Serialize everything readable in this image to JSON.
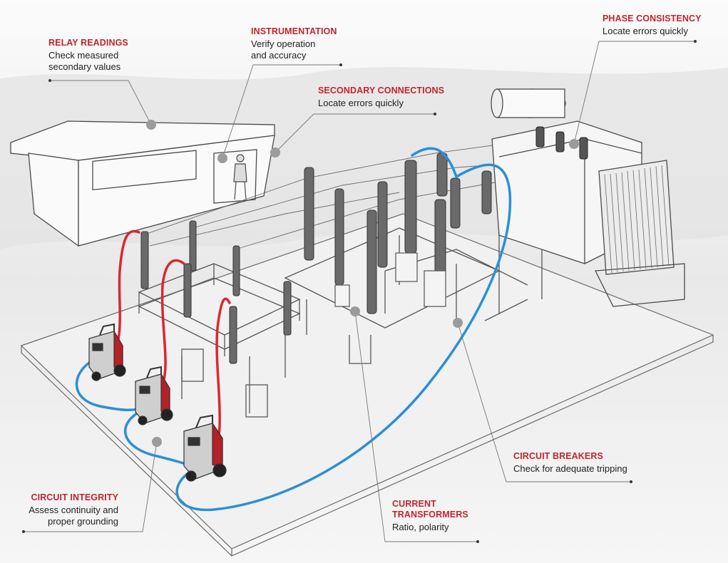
{
  "colors": {
    "title": "#c0262d",
    "text": "#222222",
    "red_lead": "#d8292f",
    "blue_lead": "#2b8fd6",
    "marker": "#9b9b9b",
    "sketch": "#4a4a4a"
  },
  "callouts": {
    "relay_readings": {
      "title": "RELAY READINGS",
      "desc": "Check measured\nsecondary values"
    },
    "instrumentation": {
      "title": "INSTRUMENTATION",
      "desc": "Verify operation\nand accuracy"
    },
    "secondary_connections": {
      "title": "SECONDARY CONNECTIONS",
      "desc": "Locate errors quickly"
    },
    "phase_consistency": {
      "title": "PHASE CONSISTENCY",
      "desc": "Locate errors quickly"
    },
    "circuit_breakers": {
      "title": "CIRCUIT BREAKERS",
      "desc": "Check for adequate tripping"
    },
    "current_transformers": {
      "title": "CURRENT\nTRANSFORMERS",
      "desc": "Ratio, polarity"
    },
    "circuit_integrity": {
      "title": "CIRCUIT INTEGRITY",
      "desc": "Assess continuity and\nproper grounding"
    }
  }
}
